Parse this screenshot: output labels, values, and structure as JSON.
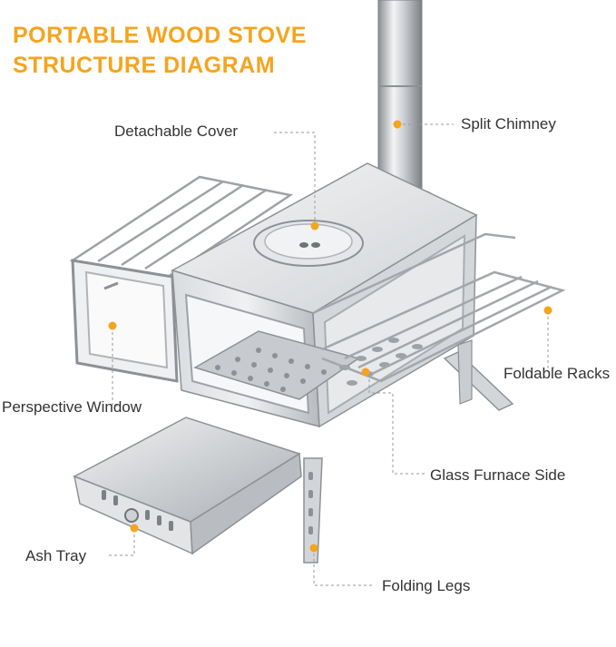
{
  "title": {
    "line1": "PORTABLE WOOD STOVE",
    "line2": "STRUCTURE DIAGRAM"
  },
  "labels": {
    "detachable_cover": "Detachable Cover",
    "split_chimney": "Split Chimney",
    "foldable_racks": "Foldable Racks",
    "perspective_window": "Perspective Window",
    "glass_furnace_side": "Glass Furnace Side",
    "ash_tray": "Ash Tray",
    "folding_legs": "Folding Legs"
  },
  "colors": {
    "accent": "#f5a41e",
    "label_text": "#333333",
    "leader_line": "#9a9a9a",
    "steel_light": "#e6e8ea",
    "steel_mid": "#bfc3c7",
    "steel_dark": "#7d8186"
  }
}
